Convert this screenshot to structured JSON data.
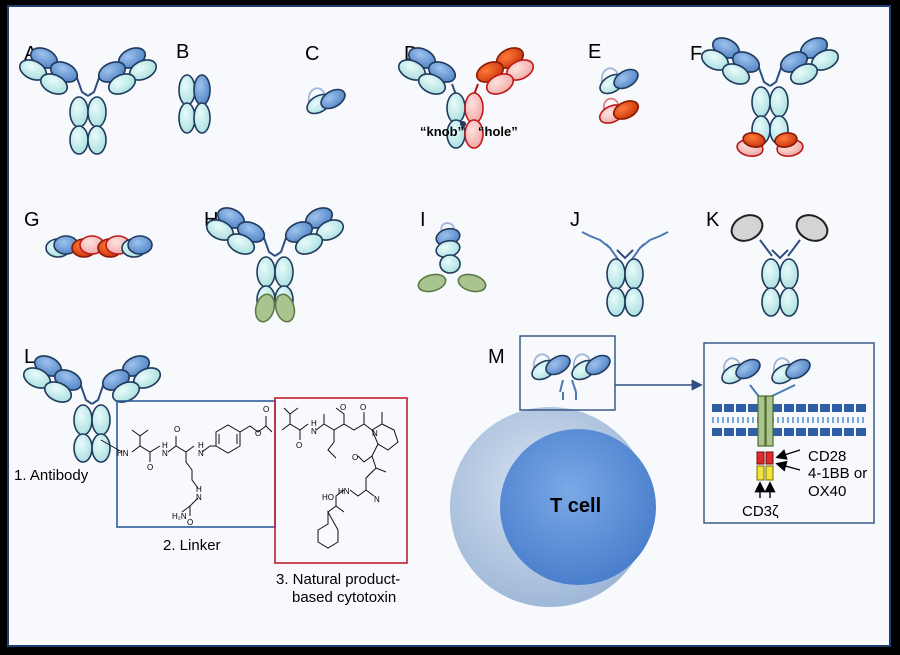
{
  "panels": {
    "a": "A",
    "b": "B",
    "c": "C",
    "d": "D",
    "e": "E",
    "f": "F",
    "g": "G",
    "h": "H",
    "i": "I",
    "j": "J",
    "k": "K",
    "l": "L",
    "m": "M"
  },
  "knob_hole": {
    "knob": "“knob”",
    "hole": "“hole”"
  },
  "adc": {
    "antibody": "1. Antibody",
    "linker": "2. Linker",
    "toxin_line1": "3. Natural product-",
    "toxin_line2": "based cytotoxin"
  },
  "car_t": {
    "cell_label": "T cell",
    "cd28": "CD28",
    "costim1": "4-1BB or",
    "costim2": "OX40",
    "cd3z": "CD3ζ"
  },
  "chem_labels": {
    "hn": "HN",
    "h1": "H",
    "n1": "N",
    "o1": "O",
    "h2": "H",
    "n2": "N",
    "o2": "O",
    "o3": "O",
    "h3": "H",
    "n3": "N",
    "h4": "H",
    "n4": "N",
    "h2n": "H₂N",
    "o4": "O",
    "o5": "O",
    "n5": "N",
    "o6": "O",
    "ho": "HO",
    "o7": "O",
    "hn2": "HN",
    "n6": "N",
    "o8": "O",
    "h5": "H",
    "n7": "N",
    "o9": "O"
  },
  "colors": {
    "background": "#f7f9fc",
    "frame": "#1f3f6e",
    "heavy": "#6f9fd8",
    "light": "#c6eaea",
    "red": "#e84a10",
    "red_pale": "#f6c6c4",
    "green": "#a9c48f",
    "grey": "#d4d4d4",
    "tcell_outer": "#a9c0dd",
    "tcell_inner": "#5b8fd6",
    "linker_box": "#2e5c9c",
    "toxin_box": "#c0202a"
  }
}
